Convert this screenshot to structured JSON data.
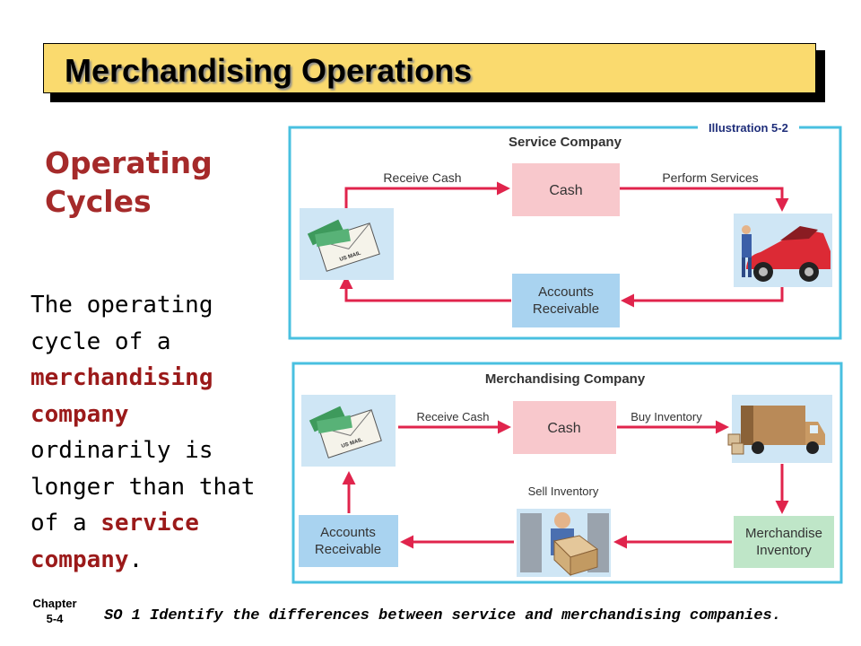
{
  "slide": {
    "title": "Merchandising Operations",
    "heading": [
      "Operating",
      "Cycles"
    ],
    "body": {
      "p1": "The operating cycle of a",
      "hl1": "merchandising company",
      "p2": "ordinarily is longer than that of a",
      "hl2": "service company",
      "p3": "."
    },
    "chapter": [
      "Chapter",
      "5-4"
    ],
    "footer": "SO 1  Identify the differences between service and merchandising companies."
  },
  "illustration_label": "Illustration 5-2",
  "service_company": {
    "title": "Service Company",
    "cash": "Cash",
    "ar": [
      "Accounts",
      "Receivable"
    ],
    "receive_cash": "Receive Cash",
    "perform_services": "Perform Services",
    "envelope_text": "US MAIL"
  },
  "merchandising_company": {
    "title": "Merchandising Company",
    "cash": "Cash",
    "ar": [
      "Accounts",
      "Receivable"
    ],
    "inventory": [
      "Merchandise",
      "Inventory"
    ],
    "receive_cash": "Receive Cash",
    "buy_inventory": "Buy Inventory",
    "sell_inventory": "Sell Inventory",
    "envelope_text": "US MAIL"
  },
  "colors": {
    "title_bar": "#fada6e",
    "heading": "#a52a2a",
    "highlight": "#9b1a1a",
    "panel_border": "#49c0e0",
    "arrow": "#e0244c",
    "cash_box": "#f8c8cc",
    "ar_box": "#a9d3f0",
    "inventory_box": "#bfe6c8",
    "illustration_label": "#1f2e7a"
  }
}
